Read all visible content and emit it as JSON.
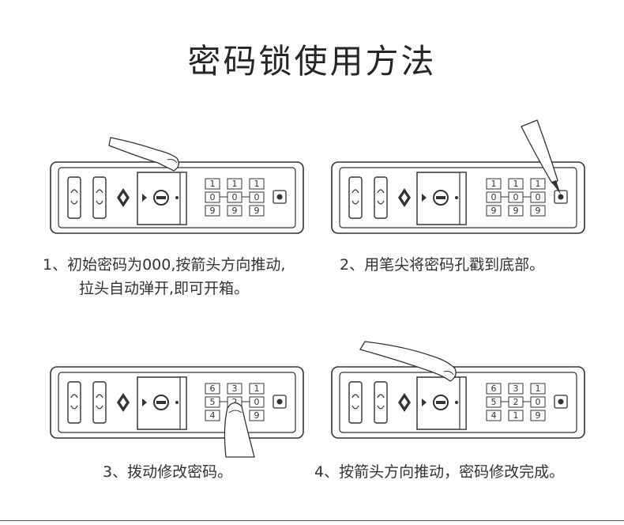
{
  "title": "密码锁使用方法",
  "steps": [
    {
      "caption": [
        "1、初始密码为000,按箭头方向推动,",
        "拉头自动弹开,即可开箱。"
      ],
      "digits": [
        [
          "1",
          "1",
          "1"
        ],
        [
          "0",
          "0",
          "0"
        ],
        [
          "9",
          "9",
          "9"
        ]
      ]
    },
    {
      "caption": [
        "2、用笔尖将密码孔戳到底部。"
      ],
      "digits": [
        [
          "1",
          "1",
          "1"
        ],
        [
          "0",
          "0",
          "0"
        ],
        [
          "9",
          "9",
          "9"
        ]
      ]
    },
    {
      "caption": [
        "3、拨动修改密码。"
      ],
      "digits": [
        [
          "6",
          "3",
          "1"
        ],
        [
          "5",
          "2",
          "0"
        ],
        [
          "4",
          "1",
          "9"
        ]
      ]
    },
    {
      "caption": [
        "4、按箭头方向推动，密码修改完成。"
      ],
      "digits": [
        [
          "6",
          "3",
          "1"
        ],
        [
          "5",
          "2",
          "0"
        ],
        [
          "4",
          "1",
          "9"
        ]
      ]
    }
  ]
}
